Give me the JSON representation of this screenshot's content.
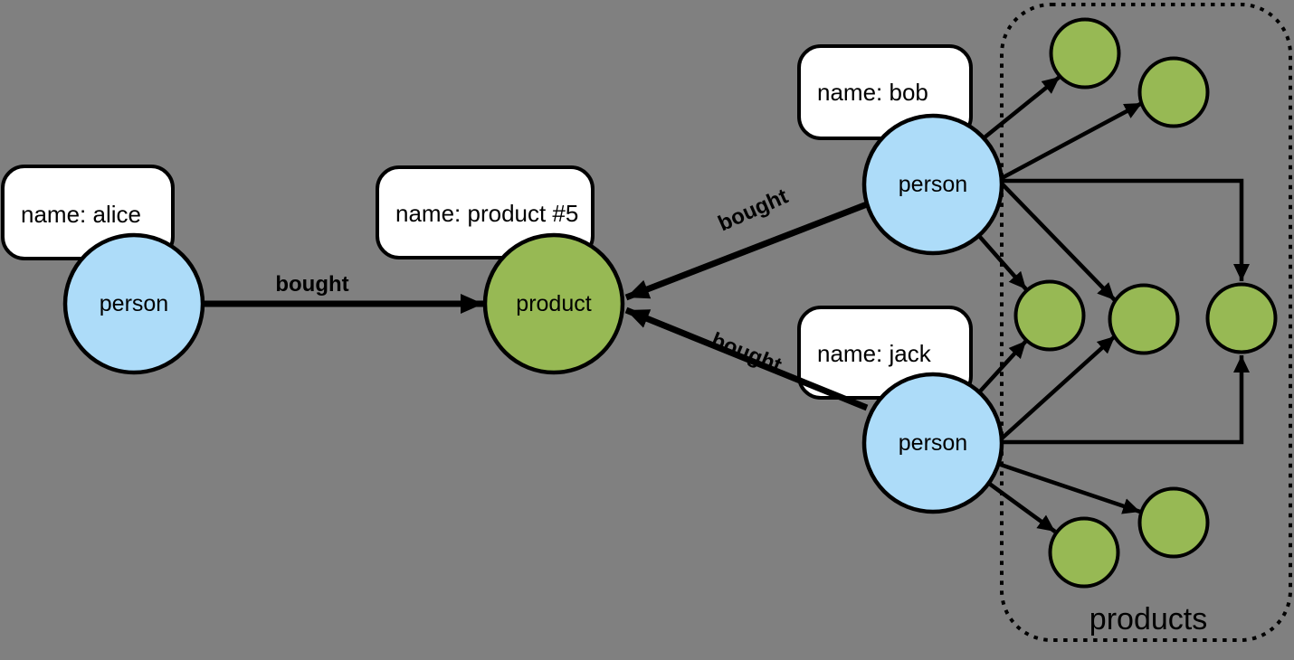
{
  "diagram": {
    "background_color": "#808080",
    "colors": {
      "person_fill": "#ADDCF9",
      "product_fill": "#97B954",
      "stroke": "#000000",
      "label_box_fill": "#FFFFFF"
    },
    "nodes": {
      "alice": {
        "type_label": "person",
        "name_label": "name: alice"
      },
      "bob": {
        "type_label": "person",
        "name_label": "name: bob"
      },
      "jack": {
        "type_label": "person",
        "name_label": "name: jack"
      },
      "product5": {
        "type_label": "product",
        "name_label": "name: product #5"
      }
    },
    "edge_labels": {
      "alice_product": "bought",
      "bob_product": "bought",
      "jack_product": "bought"
    },
    "products_group": {
      "label": "products",
      "small_product_count": 7
    }
  }
}
